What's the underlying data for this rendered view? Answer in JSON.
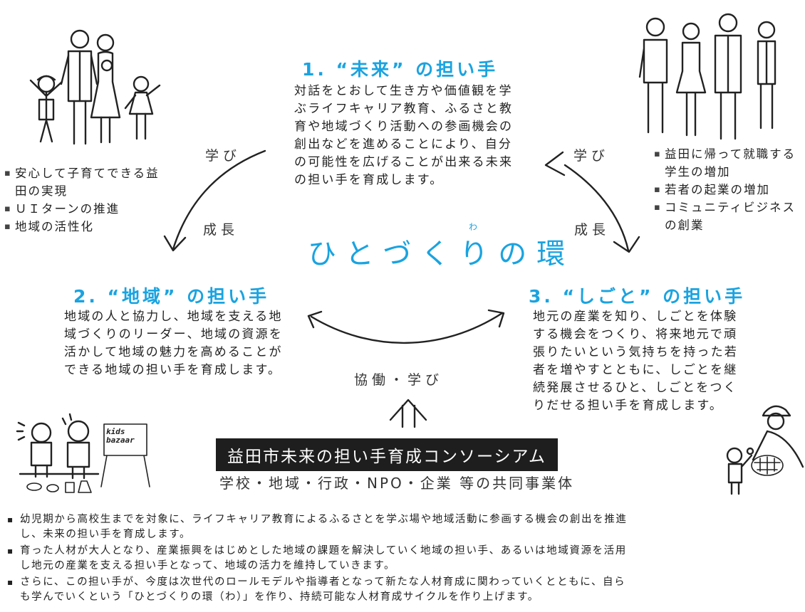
{
  "sections": {
    "future": {
      "title": "1. “未来” の担い手",
      "description": "対話をとおして生き方や価値観を学ぶライフキャリア教育、ふるさと教育や地域づくり活動への参画機会の創出などを進めることにより、自分の可能性を広げることが出来る未来の担い手を育成します。"
    },
    "region": {
      "title": "2. “地域” の担い手",
      "description": "地域の人と協力し、地域を支える地域づくりのリーダー、地域の資源を活かして地域の魅力を高めることができる地域の担い手を育成します。"
    },
    "work": {
      "title": "3. “しごと” の担い手",
      "description": "地元の産業を知り、しごとを体験する機会をつくり、将来地元で頑張りたいという気持ちを持った若者を増やすとともに、しごとを継続発展させるひと、しごとをつくりだせる担い手を育成します。"
    }
  },
  "center": {
    "title": "ひとづくりの環",
    "furigana": "わ"
  },
  "arrow_labels": {
    "left_learn": "学び",
    "left_grow": "成長",
    "right_learn": "学び",
    "right_grow": "成長",
    "bottom": "協働・学び"
  },
  "left_bullets": [
    "安心して子育てできる益田の実現",
    "ＵＩターンの推進",
    "地域の活性化"
  ],
  "right_bullets": [
    "益田に帰って就職する学生の増加",
    "若者の起業の増加",
    "コミュニティビジネスの創業"
  ],
  "consortium": {
    "name": "益田市未来の担い手育成コンソーシアム",
    "members": "学校・地域・行政・NPO・企業 等の共同事業体"
  },
  "kids_sign": "kids bazaar",
  "bottom_notes": [
    "幼児期から高校生までを対象に、ライフキャリア教育によるふるさとを学ぶ場や地域活動に参画する機会の創出を推進し、未来の担い手を育成します。",
    "育った人材が大人となり、産業振興をはじめとした地域の課題を解決していく地域の担い手、あるいは地域資源を活用し地元の産業を支える担い手となって、地域の活力を維持していきます。",
    "さらに、この担い手が、今度は次世代のロールモデルや指導者となって新たな人材育成に関わっていくとともに、自らも学んでいくという「ひとづくりの環（わ）」を作り、持続可能な人材育成サイクルを作り上げます。"
  ],
  "colors": {
    "accent": "#1aa3e0",
    "text": "#222222",
    "box_bg": "#1e1e1e"
  }
}
